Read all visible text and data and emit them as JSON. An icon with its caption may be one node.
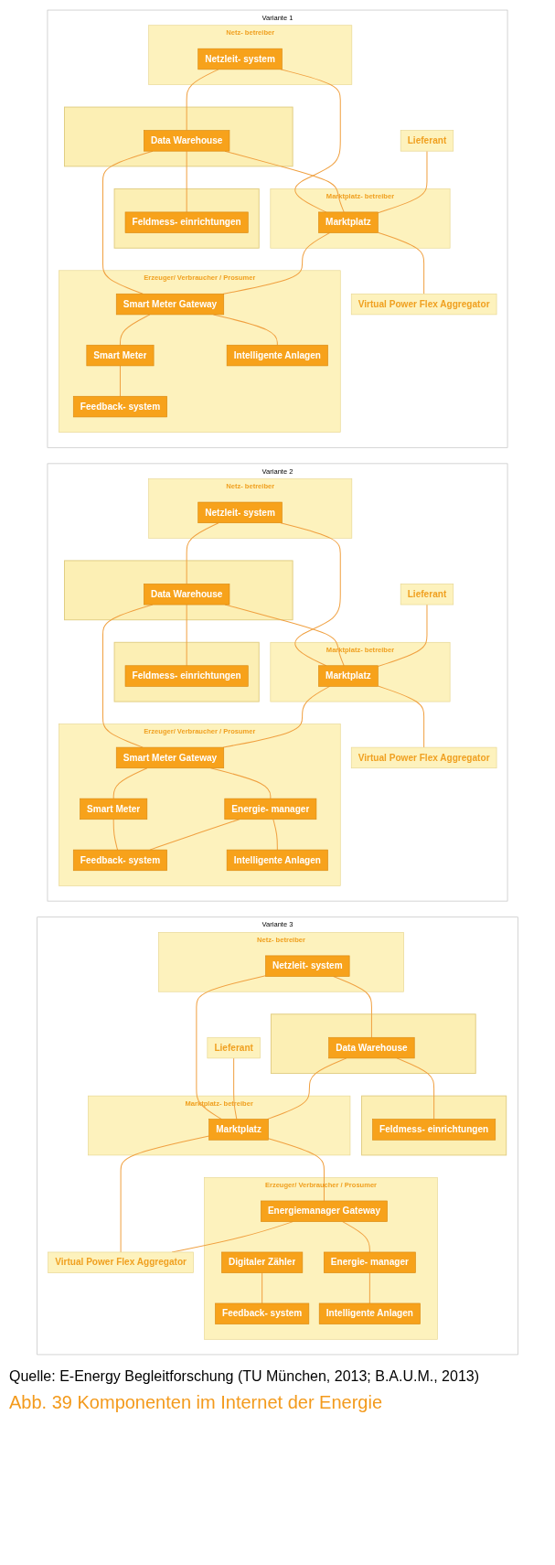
{
  "diagram": {
    "caption": "Abb. 39 Komponenten im Internet der Energie",
    "nodes": [
      {
        "text": [
          "Variante 1"
        ]
      },
      {
        "text": [
          "Netz- betreiber"
        ],
        "in": 0
      },
      {
        "text": [
          "Netzleit- system"
        ],
        "in": 1
      },
      {
        "text": [],
        "shape": "box",
        "in": 0
      },
      {
        "text": [
          "Data Warehouse"
        ],
        "in": 3
      },
      {
        "text": [],
        "shape": "box",
        "in": 0
      },
      {
        "text": [
          "Feldmess- einrichtungen"
        ],
        "in": 5
      },
      {
        "text": [
          "Lieferant"
        ],
        "in": 0
      },
      {
        "text": [
          "Virtual Power Flex Aggregator"
        ],
        "in": 0
      },
      {
        "text": [
          "Marktplatz- betreiber"
        ],
        "in": 0
      },
      {
        "text": [
          "Marktplatz"
        ],
        "in": 9
      },
      {
        "text": [
          "Erzeuger/ Verbraucher / Prosumer"
        ],
        "in": 0
      },
      {
        "text": [
          "Smart Meter Gateway"
        ],
        "in": 11
      },
      {
        "text": [
          "Smart Meter"
        ],
        "in": 11
      },
      {
        "text": [
          "Feedback- system"
        ],
        "in": 11
      },
      {
        "text": [
          "Intelligente Anlagen"
        ],
        "in": 11
      },
      {
        "text": [
          "Variante 2"
        ]
      },
      {
        "text": [
          "Netz- betreiber"
        ],
        "in": 16
      },
      {
        "text": [
          "Netzleit- system"
        ],
        "in": 17
      },
      {
        "text": [],
        "shape": "box",
        "in": 16
      },
      {
        "text": [
          "Data Warehouse"
        ],
        "in": 19
      },
      {
        "text": [],
        "shape": "box",
        "in": 16
      },
      {
        "text": [
          "Feldmess- einrichtungen"
        ],
        "in": 21
      },
      {
        "text": [
          "Lieferant"
        ],
        "in": 16
      },
      {
        "text": [
          "Virtual Power Flex Aggregator"
        ],
        "in": 16
      },
      {
        "text": [
          "Marktplatz- betreiber"
        ],
        "in": 16
      },
      {
        "text": [
          "Marktplatz"
        ],
        "in": 25
      },
      {
        "text": [
          "Erzeuger/ Verbraucher / Prosumer"
        ],
        "in": 16
      },
      {
        "text": [
          "Smart Meter Gateway"
        ],
        "in": 27
      },
      {
        "text": [
          "Smart Meter"
        ],
        "in": 27
      },
      {
        "text": [
          "Energie- manager"
        ],
        "in": 27
      },
      {
        "text": [
          "Feedback- system"
        ],
        "in": 27
      },
      {
        "text": [
          "Intelligente Anlagen"
        ],
        "in": 27
      },
      {
        "text": [
          "Variante 3"
        ]
      },
      {
        "text": [
          "Netz- betreiber"
        ],
        "in": 33
      },
      {
        "text": [
          "Netzleit- system"
        ],
        "in": 34
      },
      {
        "text": [],
        "shape": "box",
        "in": 33
      },
      {
        "text": [
          "Data Warehouse"
        ],
        "in": 36
      },
      {
        "text": [],
        "shape": "box",
        "in": 33
      },
      {
        "text": [
          "Feldmess- einrichtungen"
        ],
        "in": 38
      },
      {
        "text": [
          "Lieferant"
        ],
        "in": 33
      },
      {
        "text": [
          "Virtual Power Flex Aggregator"
        ],
        "in": 33
      },
      {
        "text": [
          "Marktplatz- betreiber"
        ],
        "in": 33
      },
      {
        "text": [
          "Marktplatz"
        ],
        "in": 42
      },
      {
        "text": [
          "Erzeuger/ Verbraucher / Prosumer"
        ],
        "in": 33
      },
      {
        "text": [
          "Digitaler Zähler"
        ],
        "in": 44
      },
      {
        "text": [
          "Energiemanager Gateway"
        ],
        "in": 44
      },
      {
        "text": [
          "Energie- manager"
        ],
        "in": 44
      },
      {
        "text": [
          "Feedback- system"
        ],
        "in": 44
      },
      {
        "text": [
          "Intelligente Anlagen"
        ],
        "in": 44
      }
    ],
    "edges": [
      {
        "from": 2,
        "to": 10,
        "arrow": "none"
      },
      {
        "from": 2,
        "to": 4,
        "arrow": "none"
      },
      {
        "from": 4,
        "to": 10,
        "arrow": "none"
      },
      {
        "from": 4,
        "to": 6,
        "arrow": "none"
      },
      {
        "from": 4,
        "to": 12,
        "arrow": "none"
      },
      {
        "from": 10,
        "to": 12,
        "arrow": "none"
      },
      {
        "from": 7,
        "to": 10,
        "arrow": "none"
      },
      {
        "from": 10,
        "to": 8,
        "arrow": "none"
      },
      {
        "from": 12,
        "to": 13,
        "arrow": "none"
      },
      {
        "from": 13,
        "to": 14,
        "arrow": "none"
      },
      {
        "from": 12,
        "to": 15,
        "arrow": "none"
      },
      {
        "from": 18,
        "to": 26,
        "arrow": "none"
      },
      {
        "from": 18,
        "to": 20,
        "arrow": "none"
      },
      {
        "from": 20,
        "to": 26,
        "arrow": "none"
      },
      {
        "from": 20,
        "to": 22,
        "arrow": "none"
      },
      {
        "from": 20,
        "to": 28,
        "arrow": "none"
      },
      {
        "from": 26,
        "to": 28,
        "arrow": "none"
      },
      {
        "from": 23,
        "to": 26,
        "arrow": "none"
      },
      {
        "from": 26,
        "to": 24,
        "arrow": "none"
      },
      {
        "from": 28,
        "to": 29,
        "arrow": "none"
      },
      {
        "from": 29,
        "to": 31,
        "arrow": "none"
      },
      {
        "from": 28,
        "to": 30,
        "arrow": "none"
      },
      {
        "from": 30,
        "to": 31,
        "arrow": "none"
      },
      {
        "from": 30,
        "to": 32,
        "arrow": "none"
      },
      {
        "from": 35,
        "to": 43,
        "arrow": "none"
      },
      {
        "from": 35,
        "to": 37,
        "arrow": "none"
      },
      {
        "from": 37,
        "to": 43,
        "arrow": "none"
      },
      {
        "from": 37,
        "to": 39,
        "arrow": "none"
      },
      {
        "from": 40,
        "to": 43,
        "arrow": "none"
      },
      {
        "from": 43,
        "to": 41,
        "arrow": "none"
      },
      {
        "from": 43,
        "to": 46,
        "arrow": "none"
      },
      {
        "from": 46,
        "to": 41,
        "arrow": "none"
      },
      {
        "from": 45,
        "to": 48,
        "arrow": "none"
      },
      {
        "from": 46,
        "to": 47,
        "arrow": "none"
      },
      {
        "from": 47,
        "to": 49,
        "arrow": "none"
      }
    ],
    "labels": [
      "Quelle: E-Energy Begleitforschung (TU München, 2013; B.A.U.M., 2013)"
    ]
  }
}
